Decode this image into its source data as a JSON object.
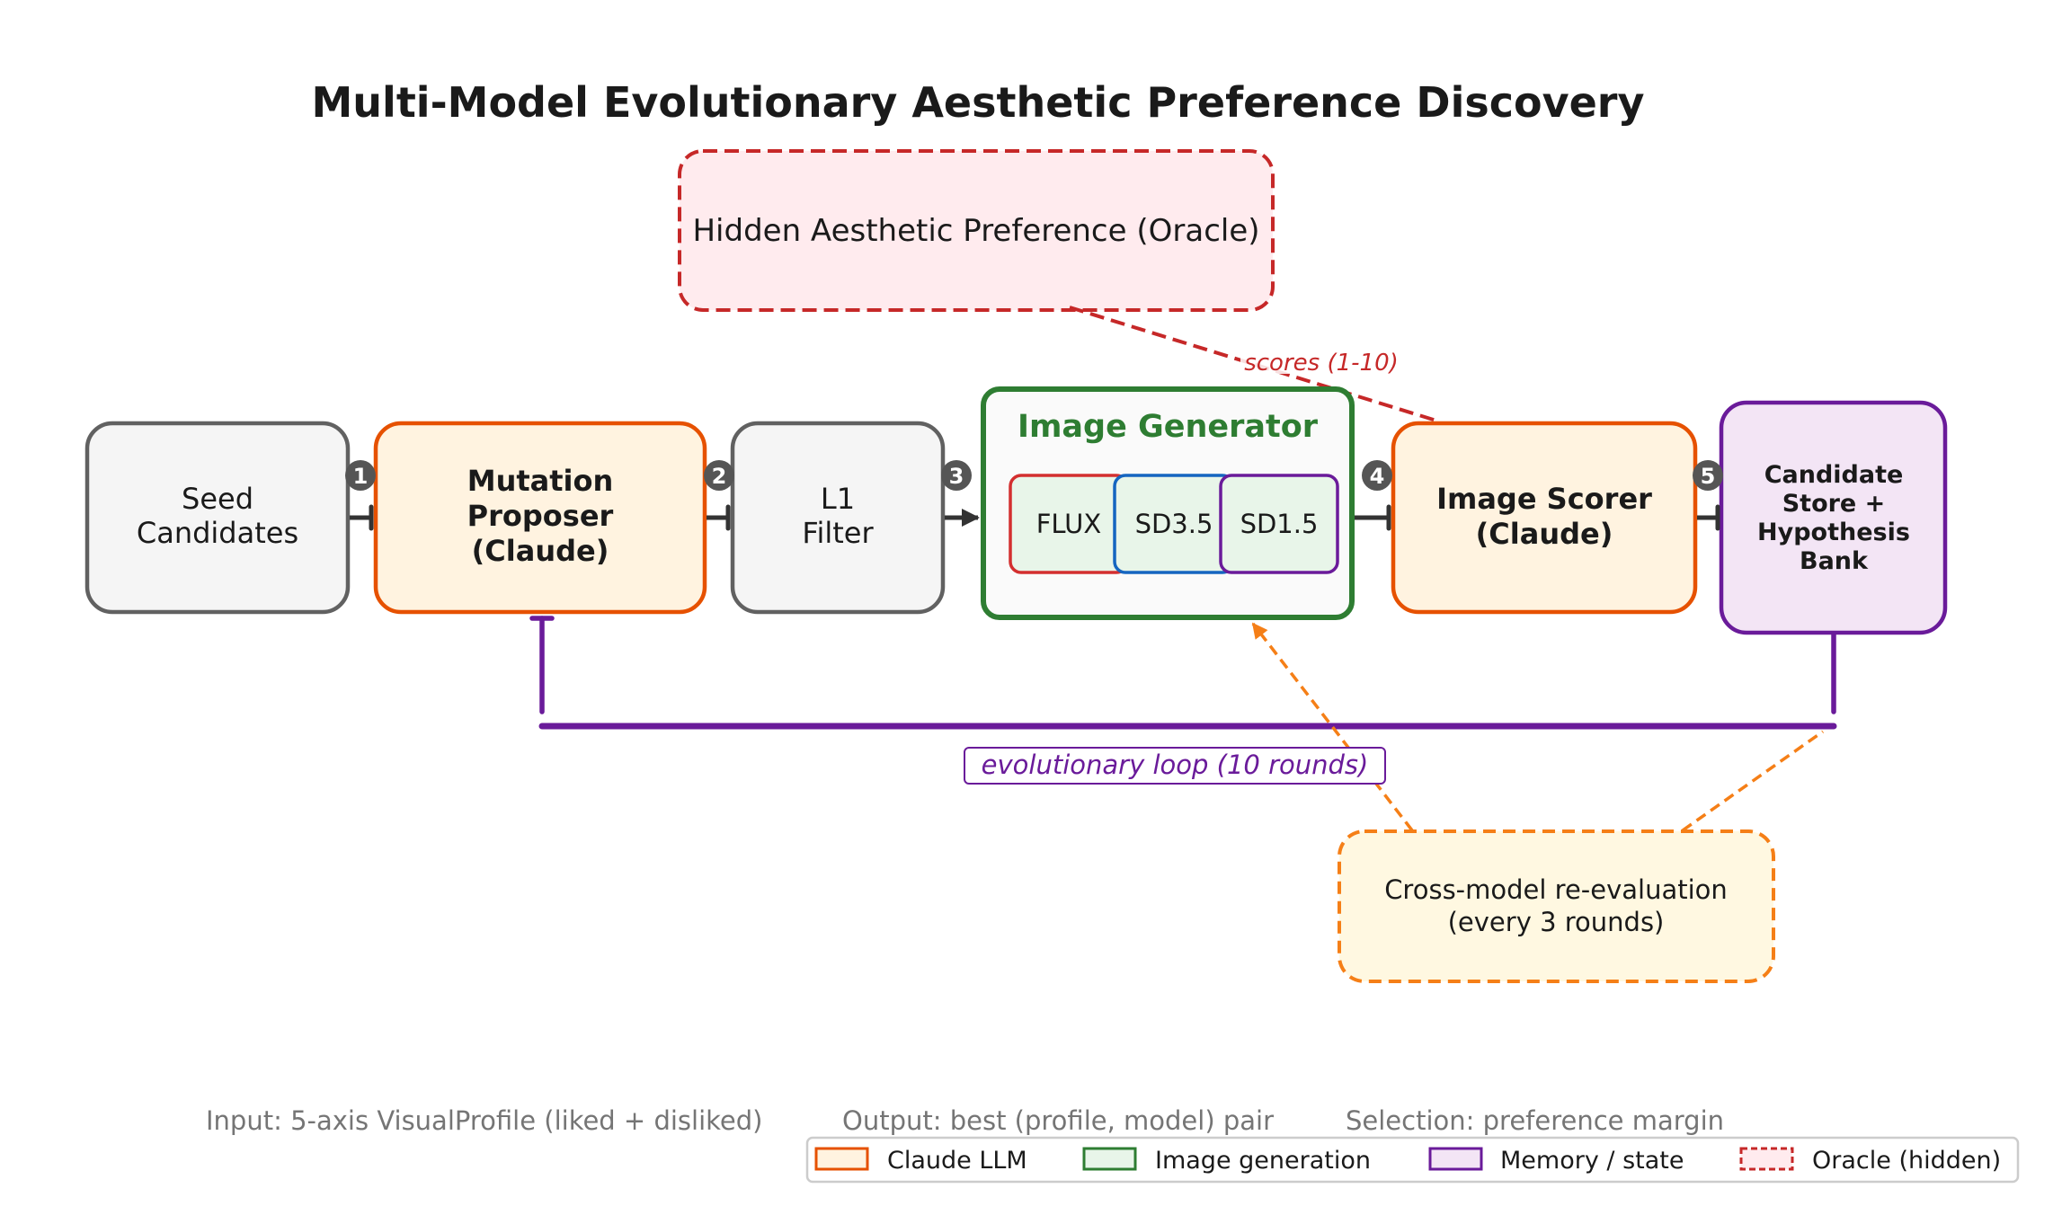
{
  "title": "Multi-Model Evolutionary Aesthetic Preference Discovery",
  "oracle": {
    "label": "Hidden Aesthetic Preference (Oracle)",
    "edge_label": "scores (1-10)"
  },
  "nodes": {
    "seed": {
      "lines": [
        "Seed",
        "Candidates"
      ]
    },
    "mutation": {
      "lines": [
        "Mutation",
        "Proposer",
        "(Claude)"
      ]
    },
    "filter": {
      "lines": [
        "L1",
        "Filter"
      ]
    },
    "generator": {
      "title": "Image Generator",
      "models": [
        "FLUX",
        "SD3.5",
        "SD1.5"
      ]
    },
    "scorer": {
      "lines": [
        "Image Scorer",
        "(Claude)"
      ]
    },
    "store": {
      "lines": [
        "Candidate",
        "Store +",
        "Hypothesis",
        "Bank"
      ]
    }
  },
  "steps": [
    "1",
    "2",
    "3",
    "4",
    "5"
  ],
  "loop": {
    "label": "evolutionary loop (10 rounds)"
  },
  "cross_model": {
    "lines": [
      "Cross-model re-evaluation",
      "(every 3 rounds)"
    ]
  },
  "footer": {
    "input": "Input: 5-axis VisualProfile (liked + disliked)",
    "output": "Output: best (profile, model) pair",
    "selection": "Selection: preference margin"
  },
  "legend": [
    {
      "label": "Claude LLM",
      "stroke": "#e65100",
      "fill": "#fff3e0",
      "dashed": false
    },
    {
      "label": "Image generation",
      "stroke": "#2e7d32",
      "fill": "#e8f5e9",
      "dashed": false
    },
    {
      "label": "Memory / state",
      "stroke": "#6a1b9a",
      "fill": "#f3e5f5",
      "dashed": false
    },
    {
      "label": "Oracle (hidden)",
      "stroke": "#c62828",
      "fill": "#ffebee",
      "dashed": true
    }
  ],
  "colors": {
    "claude": "#e65100",
    "claude_fill": "#fff3e0",
    "generation": "#2e7d32",
    "memory": "#6a1b9a",
    "memory_fill": "#f3e5f5",
    "oracle": "#c62828",
    "oracle_fill": "#ffebee",
    "cross": "#f57f17",
    "neutral": "#616161",
    "model_flux": "#d32f2f",
    "model_sd35": "#1565c0",
    "model_sd15": "#6a1b9a"
  }
}
